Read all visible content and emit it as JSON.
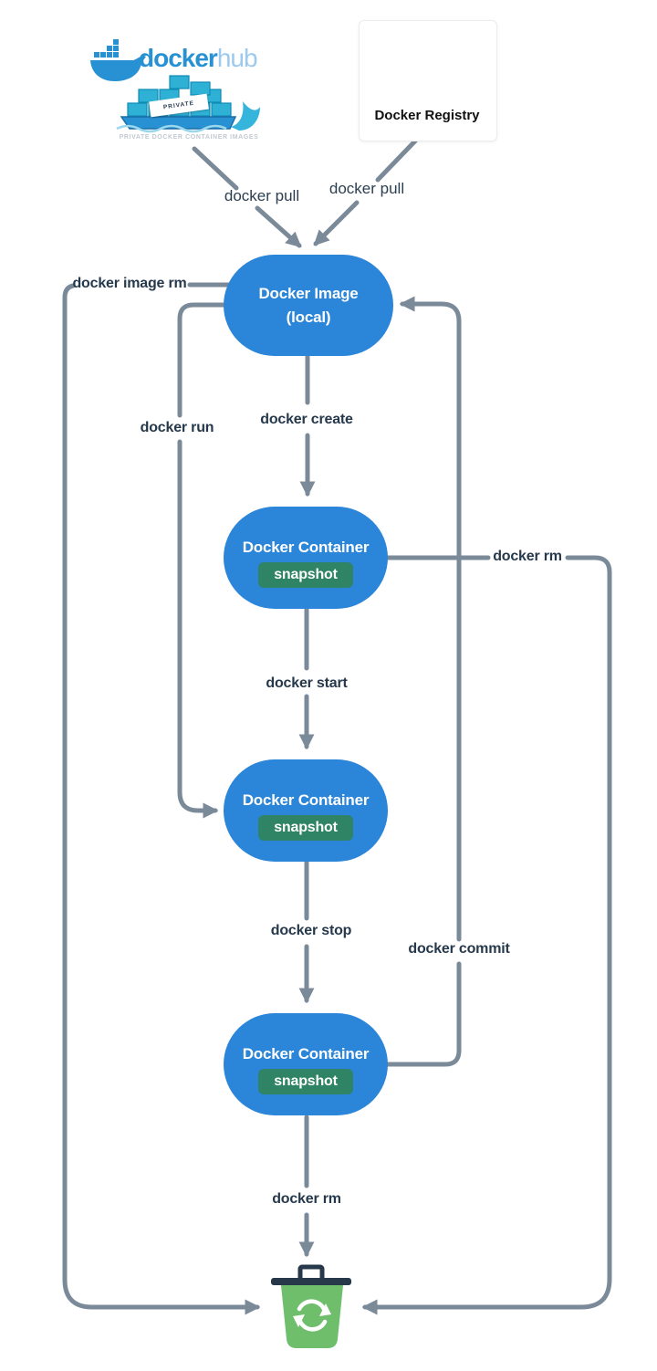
{
  "diagram": {
    "hub": {
      "wordmark_docker": "docker",
      "wordmark_hub": "hub",
      "private_tag": "PRIVATE",
      "caption": "PRIVATE DOCKER CONTAINER IMAGES"
    },
    "registry": {
      "label": "Docker Registry"
    },
    "nodes": {
      "image": {
        "line1": "Docker Image",
        "line2": "(local)"
      },
      "container_created": {
        "label": "Docker Container",
        "badge": "snapshot"
      },
      "container_running": {
        "label": "Docker Container",
        "badge": "snapshot"
      },
      "container_stopped": {
        "label": "Docker Container",
        "badge": "snapshot"
      }
    },
    "edges": {
      "pull_hub": "docker pull",
      "pull_registry": "docker pull",
      "image_rm": "docker image rm",
      "run": "docker run",
      "create": "docker create",
      "rm_container": "docker rm",
      "start": "docker start",
      "stop": "docker stop",
      "commit": "docker commit",
      "rm_bottom": "docker rm"
    },
    "colors": {
      "node_blue": "#2b85d8",
      "badge_green": "#2e8465",
      "arrow_gray": "#7b8a99",
      "label_navy": "#26394c",
      "trash_green": "#6fbe6c",
      "lid_navy": "#26384a",
      "stop_red": "#e8695e",
      "play_light_blue": "#7cd1f0",
      "play_dark": "#2c4a63",
      "docker_blue": "#2791d3",
      "hub_light_blue": "#9ccaef"
    }
  }
}
